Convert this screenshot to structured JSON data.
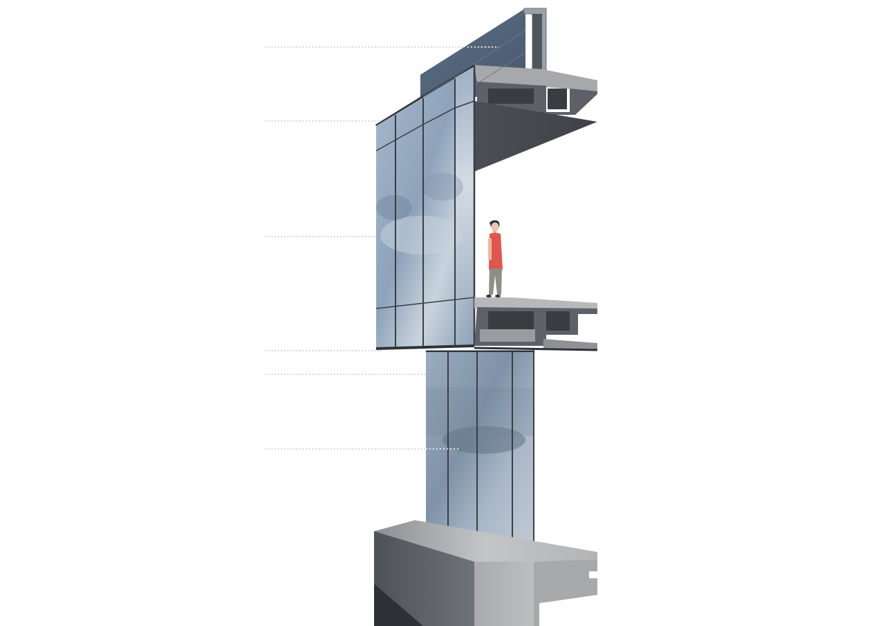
{
  "figure": {
    "kind": "architectural section of a cantilevered glass facade with a standing human figure for scale",
    "callout_count": 6,
    "callouts": [
      {
        "id": "roof-coping",
        "text": ""
      },
      {
        "id": "upper-glass-head",
        "text": ""
      },
      {
        "id": "upper-glazing",
        "text": ""
      },
      {
        "id": "floor-slab-edge",
        "text": ""
      },
      {
        "id": "lower-glass-head",
        "text": ""
      },
      {
        "id": "lower-glazing",
        "text": ""
      }
    ],
    "colors": {
      "background": "#ffffff",
      "concrete_dark": "#4a4d53",
      "concrete_mid": "#6b6e74",
      "concrete_light": "#b9babc",
      "glass": "#8fa4bb",
      "mullion": "#3a3d42",
      "figure_shirt": "#e0554d",
      "figure_pants": "#8e8e86",
      "figure_hair": "#2b2e45",
      "leader": "#9a9a9a"
    }
  }
}
